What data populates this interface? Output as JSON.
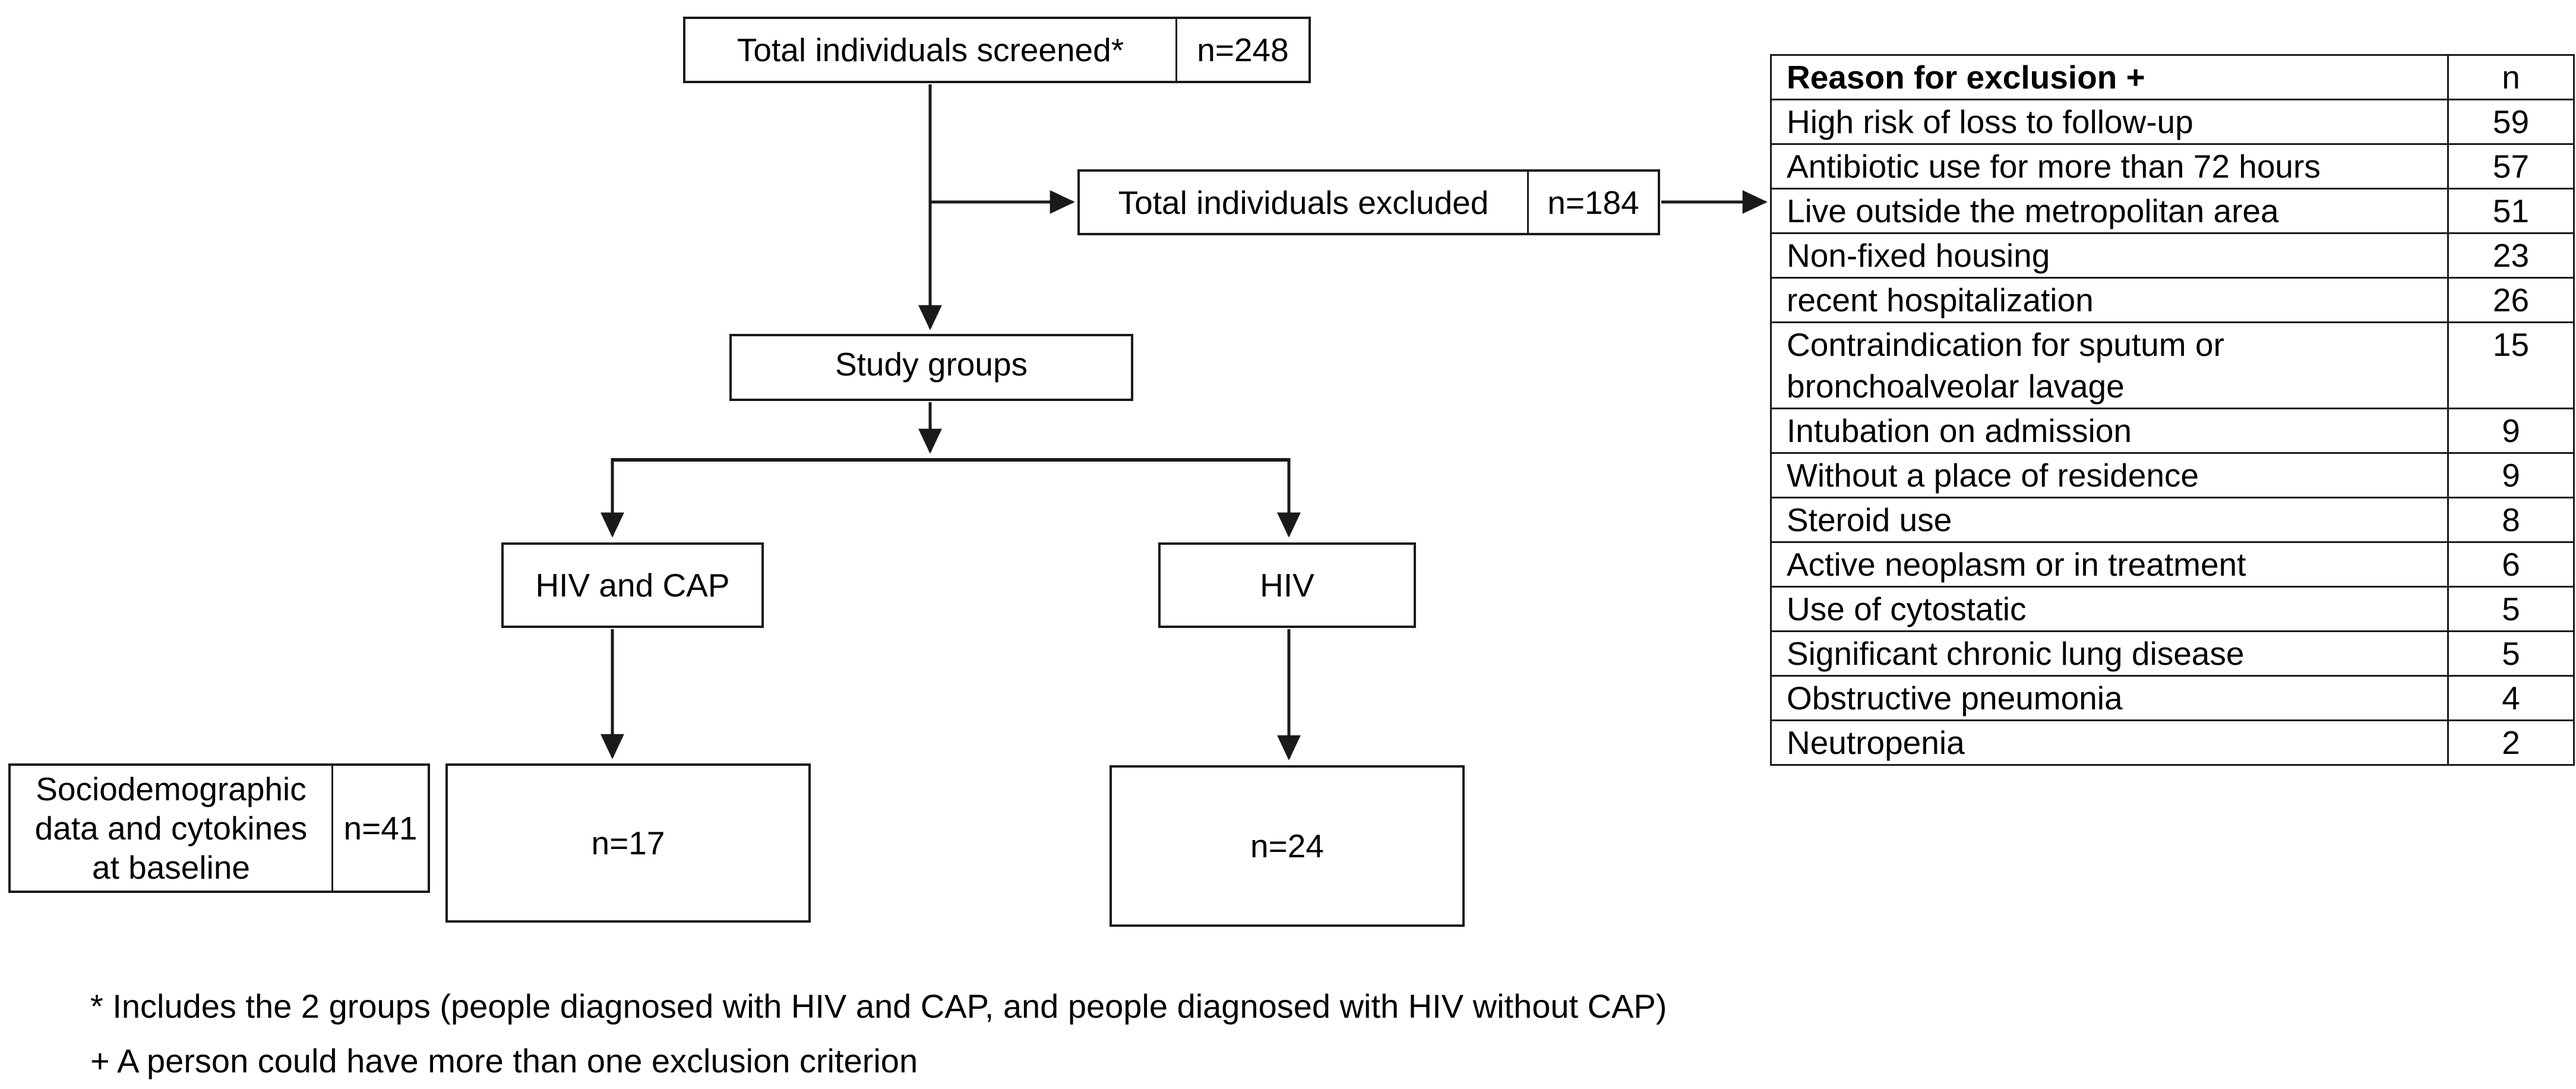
{
  "diagram": {
    "screened": {
      "label": "Total individuals screened*",
      "count": "n=248"
    },
    "excluded": {
      "label": "Total individuals excluded",
      "count": "n=184"
    },
    "study_groups": {
      "label": "Study groups"
    },
    "group_hiv_cap": {
      "label": "HIV and CAP"
    },
    "group_hiv": {
      "label": "HIV"
    },
    "outcome_hiv_cap": {
      "count": "n=17"
    },
    "outcome_hiv": {
      "count": "n=24"
    },
    "baseline": {
      "label": "Sociodemographic data and cytokines at baseline",
      "count": "n=41"
    }
  },
  "exclusion_table": {
    "headers": [
      "Reason for exclusion +",
      "n"
    ],
    "rows": [
      {
        "reason": "High risk of loss to follow-up",
        "n": "59"
      },
      {
        "reason": "Antibiotic use for more than 72 hours",
        "n": "57"
      },
      {
        "reason": "Live outside the metropolitan area",
        "n": "51"
      },
      {
        "reason": "Non-fixed housing",
        "n": "23"
      },
      {
        "reason": "recent hospitalization",
        "n": "26"
      },
      {
        "reason": "Contraindication for sputum or bronchoalveolar lavage",
        "n": "15"
      },
      {
        "reason": "Intubation on admission",
        "n": "9"
      },
      {
        "reason": "Without a place of residence",
        "n": "9"
      },
      {
        "reason": "Steroid use",
        "n": "8"
      },
      {
        "reason": "Active neoplasm or in treatment",
        "n": "6"
      },
      {
        "reason": "Use of cytostatic",
        "n": "5"
      },
      {
        "reason": "Significant chronic lung disease",
        "n": "5"
      },
      {
        "reason": "Obstructive pneumonia",
        "n": "4"
      },
      {
        "reason": "Neutropenia",
        "n": "2"
      }
    ]
  },
  "footnotes": [
    "* Includes the 2 groups (people diagnosed with HIV and CAP, and people diagnosed with HIV without CAP)",
    "+ A person could have more than one exclusion criterion"
  ],
  "colors": {
    "line": "#1a1a1a",
    "text": "#000000",
    "background": "#ffffff"
  }
}
